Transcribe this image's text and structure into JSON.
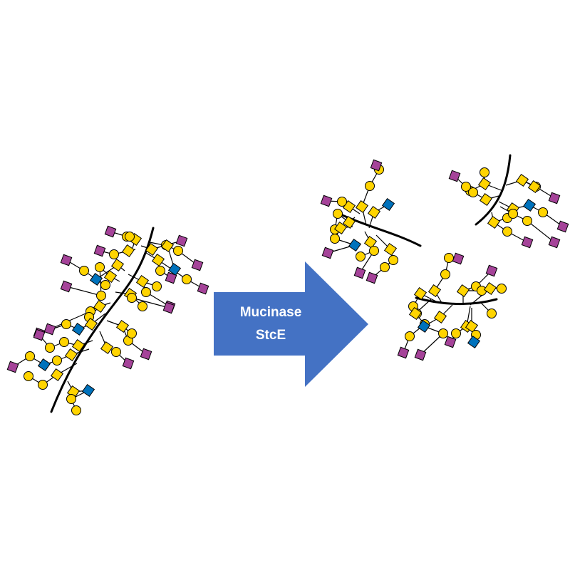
{
  "arrow": {
    "line1": "Mucinase",
    "line2": "StcE",
    "fill": "#4472C4"
  },
  "colors": {
    "galactose": "#FFD400",
    "n_acetylgalactosamine": "#FFD400",
    "n_acetylglucosamine": "#0072BC",
    "sialic_acid": "#A54399"
  },
  "icons": {
    "galactose": "yellow-circle",
    "n_acetylgalactosamine": "yellow-square",
    "n_acetylglucosamine": "blue-square",
    "sialic_acid": "purple-diamond"
  }
}
